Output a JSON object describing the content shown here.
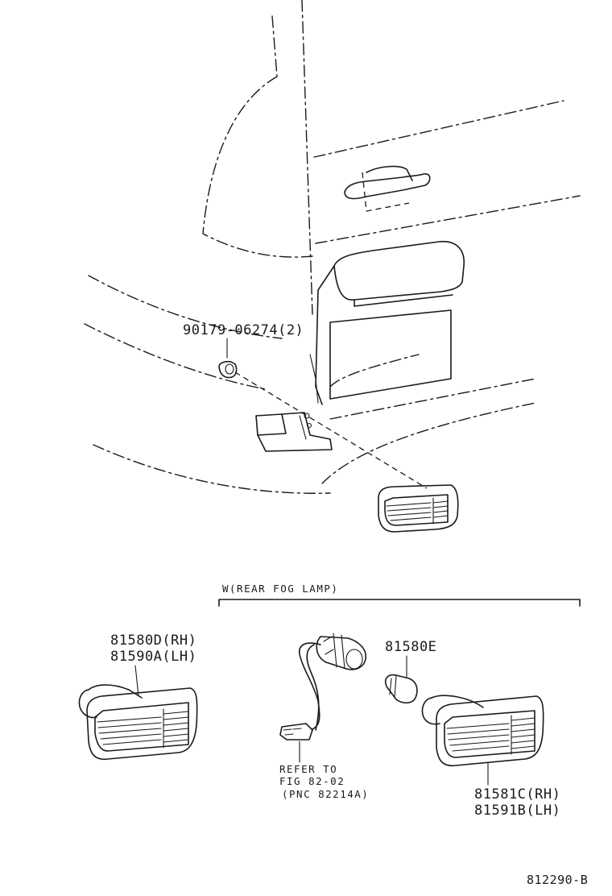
{
  "diagram": {
    "figure_code": "812290-B",
    "section_label": "W(REAR FOG LAMP)",
    "callouts": {
      "clip_part": "90179-06274(2)",
      "lamp_left_rh": "81580D(RH)",
      "lamp_left_lh": "81590A(LH)",
      "bulb_part": "81580E",
      "lamp_right_rh": "81581C(RH)",
      "lamp_right_lh": "81591B(LH)",
      "refer_line1": "REFER TO",
      "refer_line2": "FIG 82-02",
      "refer_line3": "(PNC 82214A)"
    }
  }
}
